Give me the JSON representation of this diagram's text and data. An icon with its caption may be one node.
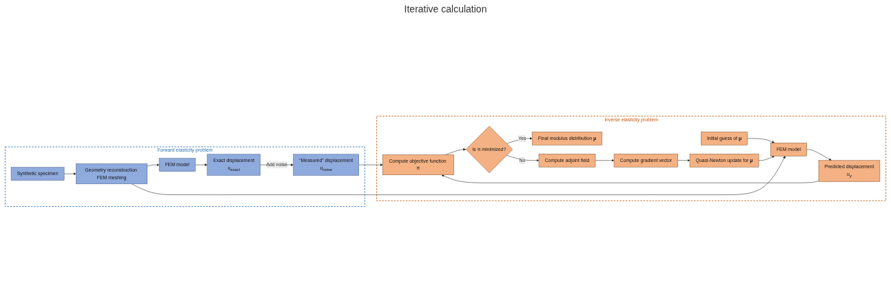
{
  "diagram": {
    "nodes": [
      {
        "text": [
          "Forward elasticity problem"
        ]
      },
      {
        "text": [
          "Synthetic specimen"
        ],
        "in": 0
      },
      {
        "text": [
          "Geometry reconstruction FEM meshing"
        ],
        "in": 0
      },
      {
        "text": [
          "FEM model"
        ],
        "in": 0
      },
      {
        "text": [
          "Exact displacement",
          "u$_{exact}$"
        ],
        "in": 0
      },
      {
        "text": [
          "“Measured” displacement",
          "u$_{noise}$"
        ],
        "in": 0
      },
      {
        "text": [
          "Inverse elasticity problem"
        ]
      },
      {
        "text": [
          "Initial guess of **μ**"
        ],
        "in": 6
      },
      {
        "text": [
          "FEM model"
        ],
        "in": 6
      },
      {
        "text": [
          "Predicted displacement",
          "u$_{y}$"
        ],
        "in": 6
      },
      {
        "text": [
          "Compute objective function π"
        ],
        "in": 6
      },
      {
        "text": [
          "Is π minimized?"
        ],
        "in": 6
      },
      {
        "text": [
          "Final modulus distribution **μ**"
        ],
        "in": 6
      },
      {
        "text": [
          "Compute adjoint field"
        ],
        "in": 6
      },
      {
        "text": [
          "Compute gradient vector"
        ],
        "in": 6
      },
      {
        "text": [
          "Quasi-Newton update for **μ**"
        ],
        "in": 6
      }
    ],
    "edges": [
      {
        "from": 1,
        "to": 2,
        "arrow": "to"
      },
      {
        "from": 2,
        "to": 3,
        "arrow": "to"
      },
      {
        "from": 3,
        "to": 4,
        "arrow": "to"
      },
      {
        "from": 4,
        "to": 5,
        "arrow": "to",
        "label": "Add noise"
      },
      {
        "from": 2,
        "to": 8,
        "arrow": "to"
      },
      {
        "from": 5,
        "to": 10,
        "arrow": "to"
      },
      {
        "from": 7,
        "to": 8,
        "arrow": "to"
      },
      {
        "from": 8,
        "to": 9,
        "arrow": "to"
      },
      {
        "from": 9,
        "to": 10,
        "arrow": "to"
      },
      {
        "from": 10,
        "to": 11,
        "arrow": "to"
      },
      {
        "from": 11,
        "to": 12,
        "arrow": "to",
        "label": "Yes"
      },
      {
        "from": 11,
        "to": 13,
        "arrow": "to",
        "label": "No"
      },
      {
        "from": 13,
        "to": 14,
        "arrow": "to"
      },
      {
        "from": 14,
        "to": 15,
        "arrow": "to"
      },
      {
        "from": 15,
        "to": 8,
        "arrow": "to"
      }
    ],
    "labels": [
      "Iterative calculation"
    ]
  }
}
